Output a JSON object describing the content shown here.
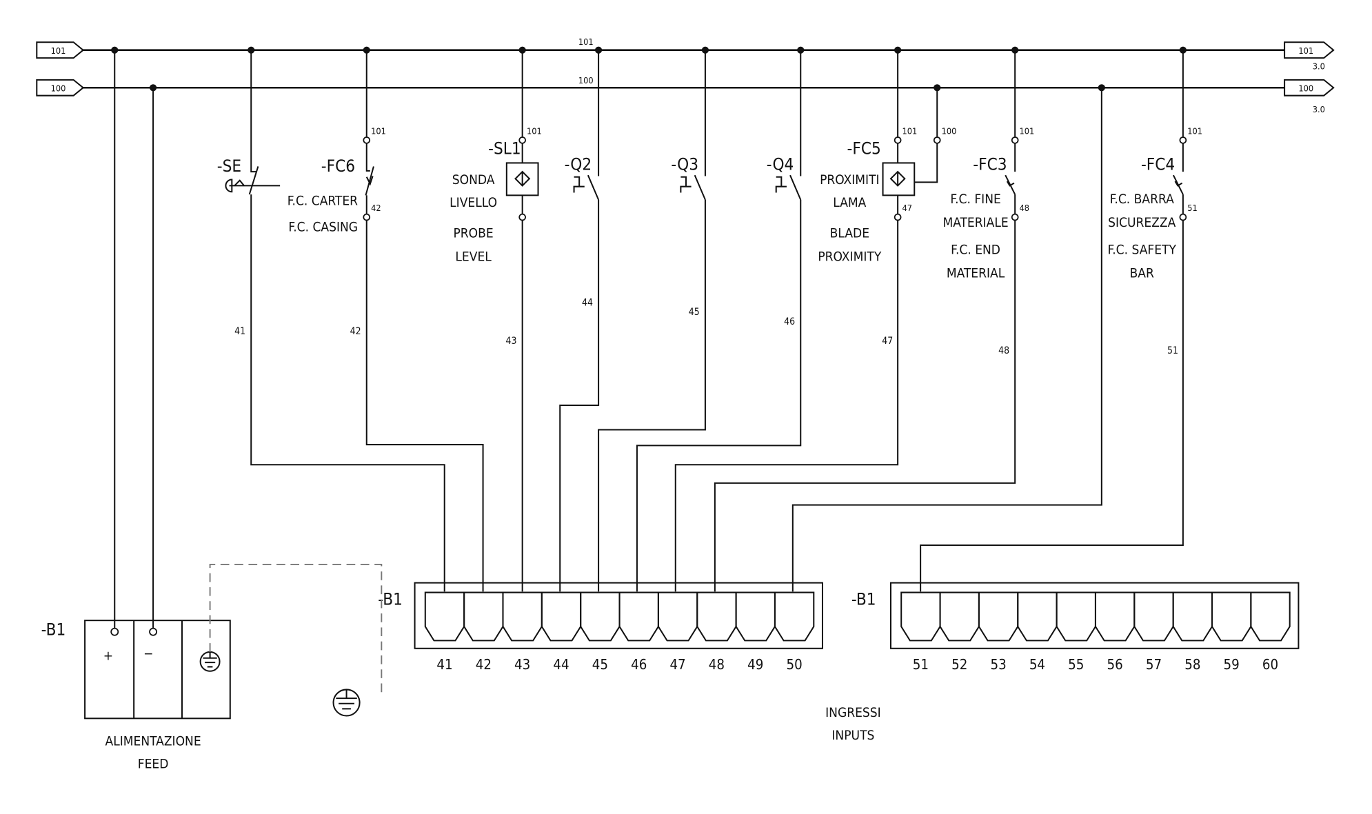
{
  "buses": {
    "bus_101": {
      "tag": "101",
      "label": "101",
      "ref": "3.0"
    },
    "bus_100": {
      "tag": "100",
      "label": "100",
      "ref": "3.0"
    }
  },
  "devices": {
    "SE": {
      "ref": "-SE"
    },
    "FC6": {
      "ref": "-FC6",
      "lines": [
        "F.C. CARTER",
        "F.C. CASING"
      ],
      "term_in": "101",
      "term_out": "42"
    },
    "SL1": {
      "ref": "-SL1",
      "lines": [
        "SONDA",
        "LIVELLO",
        "PROBE",
        "LEVEL"
      ],
      "term_in": "101"
    },
    "Q2": {
      "ref": "-Q2"
    },
    "Q3": {
      "ref": "-Q3"
    },
    "Q4": {
      "ref": "-Q4"
    },
    "FC5": {
      "ref": "-FC5",
      "lines": [
        "PROXIMITI",
        "LAMA",
        "BLADE",
        "PROXIMITY"
      ],
      "term_in": "101",
      "term_100": "100",
      "term_out": "47"
    },
    "FC3": {
      "ref": "-FC3",
      "lines": [
        "F.C. FINE",
        "MATERIALE",
        "F.C. END",
        "MATERIAL"
      ],
      "term_in": "101",
      "term_out": "48"
    },
    "FC4": {
      "ref": "-FC4",
      "lines": [
        "F.C. BARRA",
        "SICUREZZA",
        "F.C. SAFETY",
        "BAR"
      ],
      "term_in": "101",
      "term_out": "51"
    }
  },
  "wires": [
    "41",
    "42",
    "43",
    "44",
    "45",
    "46",
    "47",
    "48",
    "51"
  ],
  "terminal_block_1": {
    "ref": "-B1",
    "terminals": [
      "41",
      "42",
      "43",
      "44",
      "45",
      "46",
      "47",
      "48",
      "49",
      "50"
    ]
  },
  "terminal_block_2": {
    "ref": "-B1",
    "terminals": [
      "51",
      "52",
      "53",
      "54",
      "55",
      "56",
      "57",
      "58",
      "59",
      "60"
    ]
  },
  "power": {
    "ref": "-B1",
    "plus": "+",
    "minus": "−",
    "caption": [
      "ALIMENTAZIONE",
      "FEED"
    ]
  },
  "inputs_caption": [
    "INGRESSI",
    "INPUTS"
  ]
}
